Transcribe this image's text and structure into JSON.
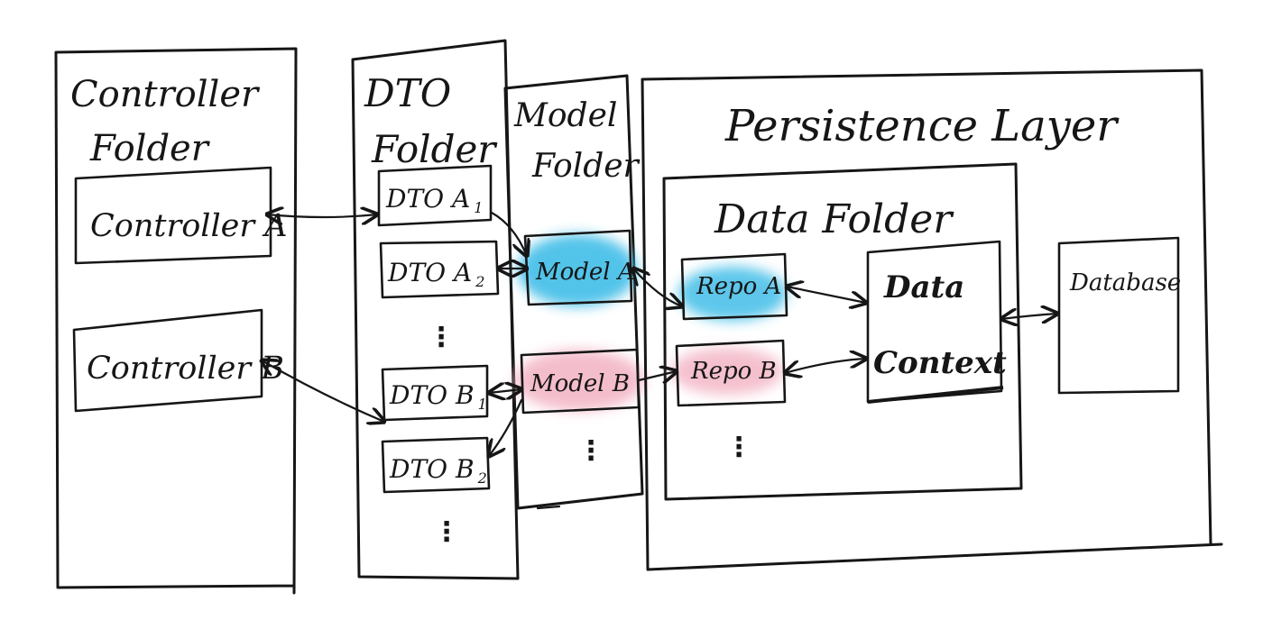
{
  "controller_folder": {
    "title_line1": "Controller",
    "title_line2": "Folder"
  },
  "controllers": {
    "a": "Controller A",
    "b": "Controller B"
  },
  "dto_folder": {
    "title_line1": "DTO",
    "title_line2": "Folder"
  },
  "dtos": {
    "a1": {
      "label": "DTO A",
      "sub": "1"
    },
    "a2": {
      "label": "DTO A",
      "sub": "2"
    },
    "b1": {
      "label": "DTO B",
      "sub": "1"
    },
    "b2": {
      "label": "DTO B",
      "sub": "2"
    }
  },
  "model_folder": {
    "title_line1": "Model",
    "title_line2": "Folder"
  },
  "models": {
    "a": "Model A",
    "b": "Model B"
  },
  "persistence_layer": {
    "title": "Persistence Layer"
  },
  "data_folder": {
    "title": "Data Folder"
  },
  "repos": {
    "a": "Repo A",
    "b": "Repo B"
  },
  "data_context": {
    "line1": "Data",
    "line2": "Context"
  },
  "database": {
    "label": "Database"
  },
  "ellipsis": "⋮",
  "colors": {
    "ink": "#161616",
    "model_a_highlight": "#36b9e6",
    "model_b_highlight": "#f3b6c6"
  }
}
